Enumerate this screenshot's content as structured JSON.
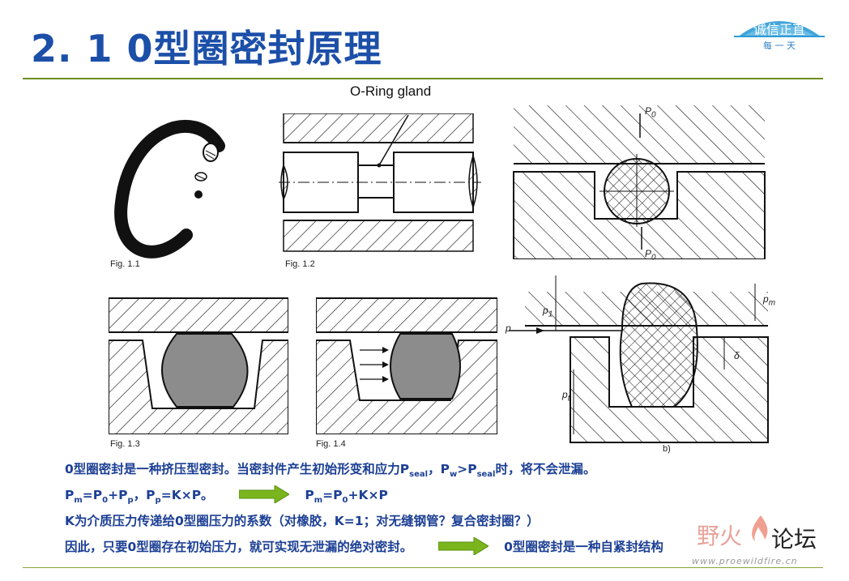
{
  "slide": {
    "title": "2. 1  0型圈密封原理"
  },
  "logo": {
    "line1": "诚信正直",
    "line2": "每 一 天",
    "colors": {
      "dome": "#2e9bd6",
      "text": "#2f7fc4"
    }
  },
  "figures": {
    "gland_label": "O-Ring gland",
    "captions": {
      "fig11": "Fig. 1.1",
      "fig12": "Fig. 1.2",
      "fig13": "Fig. 1.3",
      "fig14": "Fig. 1.4",
      "figb": "b)"
    },
    "pressure_labels": {
      "p0_top": "P",
      "p0_top_sub": "0",
      "p0_bot": "P",
      "p0_bot_sub": "0",
      "p": "p",
      "p1": "p",
      "p1_sub": "1",
      "pt": "p",
      "pt_sub": "t",
      "pm": "p",
      "pm_sub": "m",
      "delta": "δ"
    }
  },
  "text": {
    "line1": {
      "a": "0型圈密封是一种挤压型密封。当密封件产生初始形变和应力P",
      "a_sub": "seal",
      "b": "，P",
      "b_sub": "w",
      "c": ">P",
      "c_sub": "seal",
      "d": "时，将不会泄漏。"
    },
    "line2": {
      "a": "P",
      "a_sub": "m",
      "b": "=P",
      "b_sub": "0",
      "c": "+P",
      "c_sub": "p",
      "d": "，P",
      "d_sub": "p",
      "e": "=K×P。",
      "f": "P",
      "f_sub": "m",
      "g": "=P",
      "g_sub": "0",
      "h": "+K×P"
    },
    "line3": "K为介质压力传递给0型圈压力的系数（对橡胶，K=1；对无缝钢管？复合密封圈？）",
    "line4": {
      "a": "因此，只要0型圈存在初始压力，就可实现无泄漏的绝对密封。",
      "b": "0型圈密封是一种自紧封结构"
    },
    "arrow_color": "#7ab51d"
  },
  "watermark": {
    "big1": "野火",
    "big2": "论坛",
    "url": "www.proewildfire.cn"
  },
  "colors": {
    "title": "#1c4fa8",
    "body_text": "#1c3f94",
    "rule": "#6b8e1e",
    "oring_fill": "#8c8c8c"
  }
}
